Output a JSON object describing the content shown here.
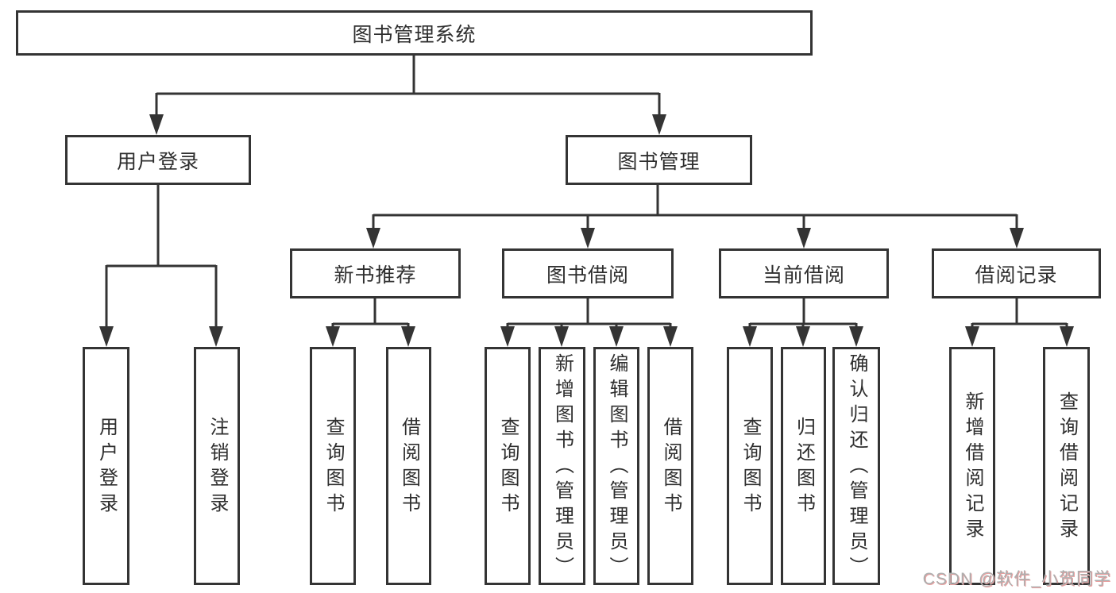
{
  "diagram": {
    "root": {
      "label": "图书管理系统",
      "children": [
        {
          "label": "用户登录",
          "children": [
            {
              "label": "用户登录"
            },
            {
              "label": "注销登录"
            }
          ]
        },
        {
          "label": "图书管理",
          "children": [
            {
              "label": "新书推荐",
              "children": [
                {
                  "label": "查询图书"
                },
                {
                  "label": "借阅图书"
                }
              ]
            },
            {
              "label": "图书借阅",
              "children": [
                {
                  "label": "查询图书"
                },
                {
                  "label": "新增图书（管理员）"
                },
                {
                  "label": "编辑图书（管理员）"
                },
                {
                  "label": "借阅图书"
                }
              ]
            },
            {
              "label": "当前借阅",
              "children": [
                {
                  "label": "查询图书"
                },
                {
                  "label": "归还图书"
                },
                {
                  "label": "确认归还（管理员）"
                }
              ]
            },
            {
              "label": "借阅记录",
              "children": [
                {
                  "label": "新增借阅记录"
                },
                {
                  "label": "查询借阅记录"
                }
              ]
            }
          ]
        }
      ]
    },
    "watermark": "CSDN @软件_小贺同学",
    "colors": {
      "line": "#343434",
      "text": "#2e2e2e",
      "watermark_gray": "#aeaeae",
      "watermark_red": "#e9a0a0"
    }
  }
}
